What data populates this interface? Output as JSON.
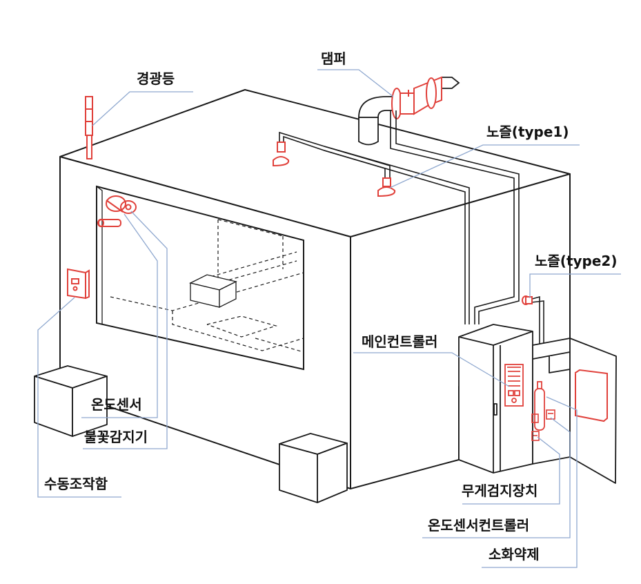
{
  "colors": {
    "outline": "#1a1a1a",
    "leader": "#8fa8cf",
    "component_red": "#e0403a",
    "background": "#ffffff"
  },
  "labels": {
    "warning_light": "경광등",
    "damper": "댐퍼",
    "nozzle_type1": "노즐(type1)",
    "nozzle_type2": "노즐(type2)",
    "main_controller": "메인컨트롤러",
    "temperature_sensor": "온도센서",
    "flame_detector": "불꽃감지기",
    "manual_control_box": "수동조작함",
    "weight_detector": "무게검지장치",
    "temperature_sensor_controller": "온도센서컨트롤러",
    "extinguishing_agent": "소화약제"
  }
}
